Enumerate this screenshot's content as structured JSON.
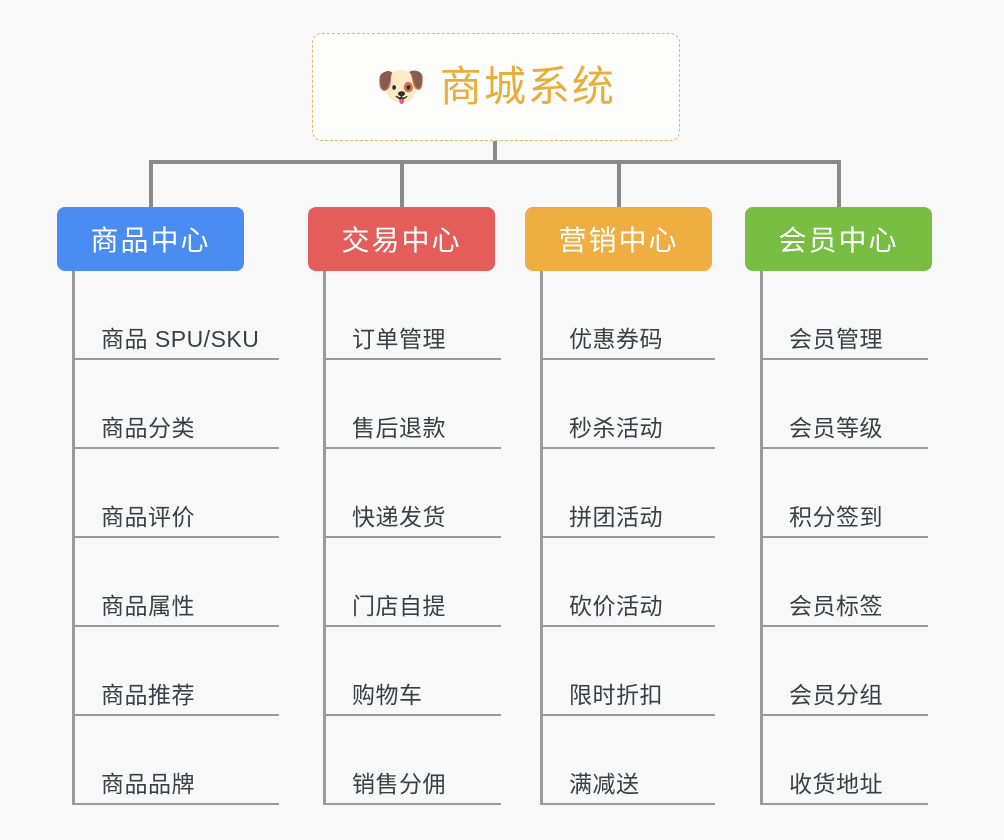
{
  "root": {
    "icon": "dog-face-emoji",
    "icon_glyph": "🐶",
    "title": "商城系统",
    "title_color": "#e8ae3d",
    "border_color": "#eab860"
  },
  "background_color": "#f8f8f8",
  "connector_color": "#8a8a8a",
  "branches": [
    {
      "label": "商品中心",
      "color": "#4a8cf2",
      "leaves": [
        "商品 SPU/SKU",
        "商品分类",
        "商品评价",
        "商品属性",
        "商品推荐",
        "商品品牌"
      ]
    },
    {
      "label": "交易中心",
      "color": "#e35d5b",
      "leaves": [
        "订单管理",
        "售后退款",
        "快递发货",
        "门店自提",
        "购物车",
        "销售分佣"
      ]
    },
    {
      "label": "营销中心",
      "color": "#eeae41",
      "leaves": [
        "优惠券码",
        "秒杀活动",
        "拼团活动",
        "砍价活动",
        "限时折扣",
        "满减送"
      ]
    },
    {
      "label": "会员中心",
      "color": "#77be42",
      "leaves": [
        "会员管理",
        "会员等级",
        "积分签到",
        "会员标签",
        "会员分组",
        "收货地址"
      ]
    }
  ]
}
